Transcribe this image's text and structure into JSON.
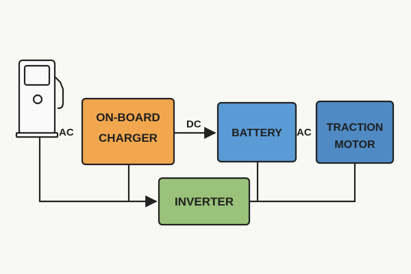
{
  "labels": {
    "charger_line1": "ON-BOARD",
    "charger_line2": "CHARGER",
    "battery": "BATTERY",
    "motor_line1": "TRACTION",
    "motor_line2": "MOTOR",
    "inverter": "INVERTER",
    "ac_left": "AC",
    "dc": "DC",
    "ac_right": "AC"
  },
  "colors": {
    "charger": "#f2a74e",
    "battery": "#5a9bd5",
    "motor": "#4f8ac4",
    "inverter": "#9ac27a",
    "line": "#222222",
    "station": "#fafafa"
  },
  "icons": {
    "station": "charging-station-icon"
  }
}
